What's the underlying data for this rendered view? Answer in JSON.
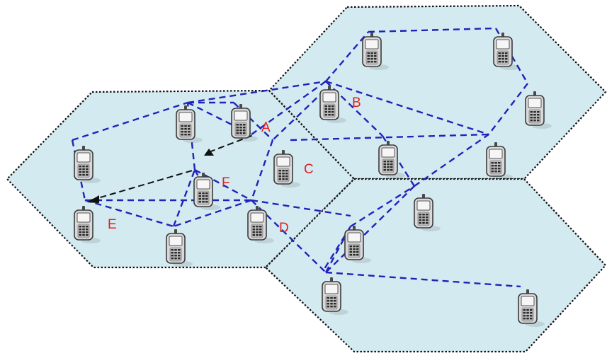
{
  "labels": {
    "A": "A",
    "B": "B",
    "C": "C",
    "D": "D",
    "E": "E",
    "F": "F"
  },
  "colors": {
    "cell_fill": "#d4eaf1",
    "cell_border": "#111111",
    "link": "#2222bb",
    "route": "#111111",
    "label": "#e02020"
  },
  "icons": {
    "device": "mobile-phone-icon"
  }
}
